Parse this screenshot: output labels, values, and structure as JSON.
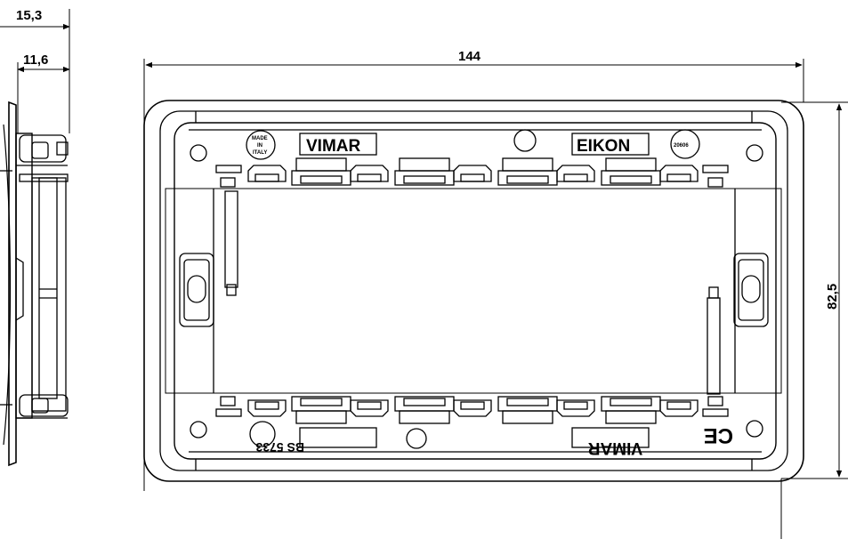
{
  "dimensions": {
    "side_total_depth": "15,3",
    "side_inner_depth": "11,6",
    "front_width": "144",
    "front_height": "82,5"
  },
  "labels": {
    "brand_top": "VIMAR",
    "series": "EIKON",
    "made_in": [
      "MADE",
      "IN",
      "ITALY"
    ],
    "approval_mark": "20606",
    "article_code": "BS 5733",
    "brand_bottom": "VIMAR",
    "conformity_mark": "CE"
  },
  "colors": {
    "line": "#000000",
    "background": "#ffffff"
  }
}
